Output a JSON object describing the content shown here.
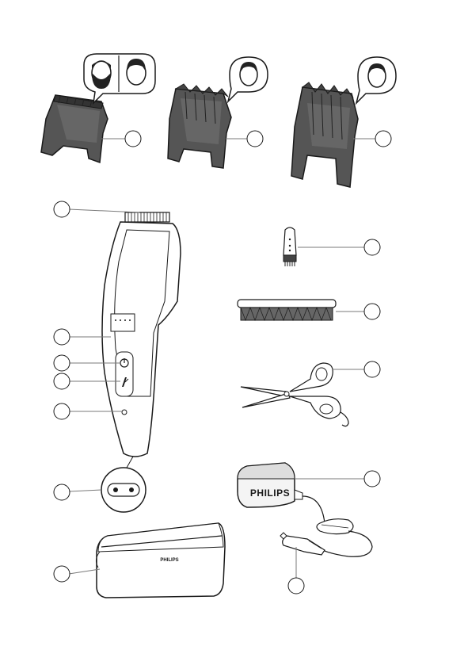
{
  "brand": {
    "adapter_logo": "PHILIPS",
    "pouch_logo": "PHILIPS"
  },
  "callouts": [
    {
      "part": "beard-comb"
    },
    {
      "part": "short-hair-comb"
    },
    {
      "part": "long-hair-comb"
    },
    {
      "part": "cutting-unit"
    },
    {
      "part": "cleaning-brush"
    },
    {
      "part": "styling-comb"
    },
    {
      "part": "scissors"
    },
    {
      "part": "length-indicator"
    },
    {
      "part": "power-button"
    },
    {
      "part": "turbo-button"
    },
    {
      "part": "charging-light"
    },
    {
      "part": "socket-for-plug"
    },
    {
      "part": "adapter"
    },
    {
      "part": "small-plug"
    },
    {
      "part": "pouch"
    }
  ],
  "colors": {
    "line": "#1a1a1a",
    "comb_fill": "#5a5a5a",
    "comb_dark": "#333333",
    "callout": "#7a7a7a",
    "adapter_fill": "#f4f4f4"
  },
  "icons": [
    "beard-icon",
    "head-icon",
    "power-icon",
    "turbo-icon"
  ]
}
